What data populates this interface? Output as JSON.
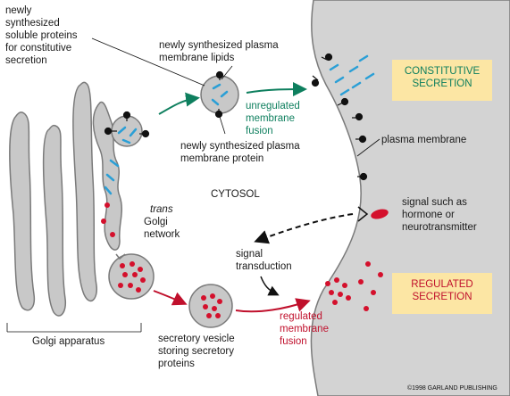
{
  "labels": {
    "soluble_proteins": "newly\nsynthesized\nsoluble proteins\nfor constitutive\nsecretion",
    "plasma_lipids": "newly synthesized plasma\nmembrane lipids",
    "unregulated_fusion": "unregulated\nmembrane\nfusion",
    "plasma_protein": "newly synthesized plasma\nmembrane protein",
    "plasma_membrane": "plasma membrane",
    "cytosol": "CYTOSOL",
    "trans": "trans",
    "golgi_network": "Golgi\nnetwork",
    "signal_hormone": "signal such as\nhormone or\nneurotransmitter",
    "signal_transduction": "signal\ntransduction",
    "regulated_fusion": "regulated\nmembrane\nfusion",
    "golgi_apparatus": "Golgi apparatus",
    "secretory_vesicle": "secretory vesicle\nstoring secretory\nproteins"
  },
  "boxes": {
    "constitutive": "CONSTITUTIVE\nSECRETION",
    "regulated": "REGULATED\nSECRETION"
  },
  "copyright": "©1998 GARLAND PUBLISHING",
  "colors": {
    "membrane_gray": "#c8c8c8",
    "outline": "#7a7a7a",
    "cell_exterior": "#d3d3d3",
    "constitutive_protein": "#2a9fd6",
    "regulated_protein": "#d4102c",
    "constitutive_arrow": "#0e7f5e",
    "regulated_arrow": "#c0102c",
    "box_fill": "#fce6a4"
  }
}
